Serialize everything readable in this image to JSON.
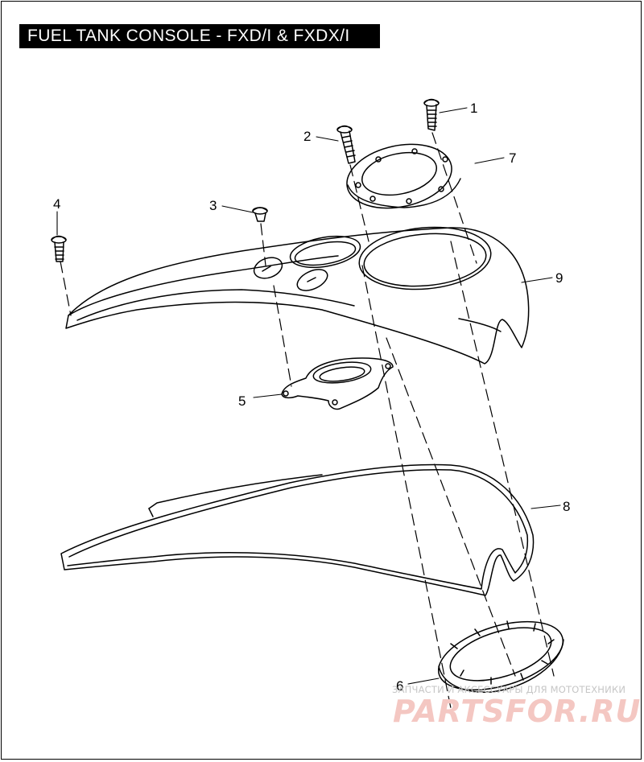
{
  "title": "FUEL TANK CONSOLE - FXD/I & FXDX/I",
  "callouts": {
    "c1": "1",
    "c2": "2",
    "c3": "3",
    "c4": "4",
    "c5": "5",
    "c6": "6",
    "c7": "7",
    "c8": "8",
    "c9": "9"
  },
  "watermark": {
    "tagline": "ЗАПЧАСТИ И АКСЕССУАРЫ ДЛЯ МОТОТЕХНИКИ",
    "logo": "PARTSFOR.RU"
  },
  "colors": {
    "ink": "#000000",
    "background": "#ffffff",
    "watermark_text": "#c6c6c6",
    "watermark_logo": "#f4c7c2"
  }
}
